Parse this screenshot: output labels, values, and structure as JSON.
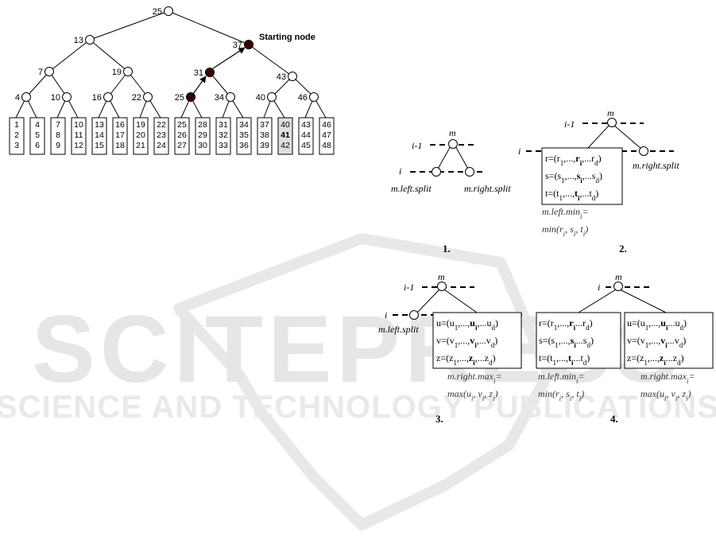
{
  "tree": {
    "starting_node_label": "Starting node",
    "nodes": [
      {
        "label": "25",
        "key": "root"
      },
      {
        "label": "13",
        "key": "n13"
      },
      {
        "label": "37",
        "key": "n37",
        "highlight": true
      },
      {
        "label": "7",
        "key": "n7"
      },
      {
        "label": "19",
        "key": "n19"
      },
      {
        "label": "31",
        "key": "n31",
        "highlight": true
      },
      {
        "label": "43",
        "key": "n43"
      },
      {
        "label": "4",
        "key": "n4"
      },
      {
        "label": "10",
        "key": "n10"
      },
      {
        "label": "16",
        "key": "n16"
      },
      {
        "label": "22",
        "key": "n22"
      },
      {
        "label": "25",
        "key": "n25b",
        "highlight": true
      },
      {
        "label": "34",
        "key": "n34"
      },
      {
        "label": "40",
        "key": "n40"
      },
      {
        "label": "46",
        "key": "n46"
      }
    ],
    "leaves": [
      [
        "1",
        "2",
        "3"
      ],
      [
        "4",
        "5",
        "6"
      ],
      [
        "7",
        "8",
        "9"
      ],
      [
        "10",
        "11",
        "12"
      ],
      [
        "13",
        "14",
        "15"
      ],
      [
        "16",
        "17",
        "18"
      ],
      [
        "19",
        "20",
        "21"
      ],
      [
        "22",
        "23",
        "24"
      ],
      [
        "25",
        "26",
        "27"
      ],
      [
        "28",
        "29",
        "30"
      ],
      [
        "31",
        "32",
        "33"
      ],
      [
        "34",
        "35",
        "36"
      ],
      [
        "37",
        "38",
        "39"
      ],
      [
        "40",
        "41",
        "42"
      ],
      [
        "43",
        "44",
        "45"
      ],
      [
        "46",
        "47",
        "48"
      ]
    ],
    "highlight_leaf_index": 13,
    "bold_value": "41",
    "colors": {
      "highlight_node": "#3a0000",
      "leaf_fill_highlight": "#e0e0e0"
    }
  },
  "panels": {
    "p1": {
      "caption": "1.",
      "m": "m",
      "lvl_top": "i-1",
      "lvl_bot": "i",
      "left_split": "m.left.split",
      "right_split": "m.right.split"
    },
    "p2": {
      "caption": "2.",
      "m": "m",
      "lvl_top": "i-1",
      "lvl_bot": "i",
      "right_split": "m.right.split",
      "rows": [
        {
          "pre": "r=(r",
          "s1": "1",
          "mid": ",...,",
          "b": "r",
          "bsub": "i",
          "rest": ",...r",
          "dsub": "d",
          ")": ")"
        },
        {
          "pre": "s=(s",
          "s1": "1",
          "mid": ",...,",
          "b": "s",
          "bsub": "i",
          "rest": ",...s",
          "dsub": "d",
          ")": ")"
        },
        {
          "pre": "t=(t",
          "s1": "1",
          "mid": ",...,",
          "b": "t",
          "bsub": "i",
          "rest": ",...t",
          "dsub": "d",
          ")": ")"
        }
      ],
      "note1": "m.left.min",
      "note1_sub": "i",
      "note1_eq": "=",
      "note2": "min(r",
      "note2_rest": ", s",
      "note2_rest2": ", t",
      "note2_end": ")"
    },
    "p3": {
      "caption": "3.",
      "m": "m",
      "lvl_top": "i-1",
      "lvl_bot": "i",
      "left_split": "m.left.split",
      "rows": [
        {
          "pre": "u=(u",
          "s1": "1",
          "mid": ",...,",
          "b": "u",
          "bsub": "i",
          "rest": ",...u",
          "dsub": "d",
          ")": ")"
        },
        {
          "pre": "v=(v",
          "s1": "1",
          "mid": ",...,",
          "b": "v",
          "bsub": "i",
          "rest": ",...v",
          "dsub": "d",
          ")": ")"
        },
        {
          "pre": "z=(z",
          "s1": "1",
          "mid": ",...,",
          "b": "z",
          "bsub": "i",
          "rest": ",...z",
          "dsub": "d",
          ")": ")"
        }
      ],
      "note1": "m.right.max",
      "note1_sub": "i",
      "note1_eq": "=",
      "note2": "max(u",
      "note2_rest": ", v",
      "note2_rest2": ", z",
      "note2_end": ")"
    },
    "p4": {
      "caption": "4.",
      "m": "m",
      "lvl": "i",
      "left_rows": [
        {
          "pre": "r=(r",
          "s1": "1",
          "mid": ",...,",
          "b": "r",
          "bsub": "i",
          "rest": "...r",
          "dsub": "d",
          ")": ")"
        },
        {
          "pre": "s=(s",
          "s1": "1",
          "mid": ",...,",
          "b": "s",
          "bsub": "i",
          "rest": "...s",
          "dsub": "d",
          ")": ")"
        },
        {
          "pre": "t=(t",
          "s1": "1",
          "mid": ",...,",
          "b": "t",
          "bsub": "i",
          "rest": "...t",
          "dsub": "d",
          ")": ")"
        }
      ],
      "right_rows": [
        {
          "pre": "u=(u",
          "s1": "1",
          "mid": ",...,",
          "b": "u",
          "bsub": "i",
          "rest": "...u",
          "dsub": "d",
          ")": ")"
        },
        {
          "pre": "v=(v",
          "s1": "1",
          "mid": ",...,",
          "b": "v",
          "bsub": "i",
          "rest": "...v",
          "dsub": "d",
          ")": ")"
        },
        {
          "pre": "z=(z",
          "s1": "1",
          "mid": ",...,",
          "b": "z",
          "bsub": "i",
          "rest": "...z",
          "dsub": "d",
          ")": ")"
        }
      ],
      "left_note1": "m.left.min",
      "left_note1_sub": "i",
      "left_note1_eq": "=",
      "left_note2": "min(r",
      "left_note2_rest": ", s",
      "left_note2_rest2": ", t",
      "left_note2_end": ")",
      "right_note1": "m.right.max",
      "right_note1_sub": "i",
      "right_note1_eq": "=",
      "right_note2": "max(u",
      "right_note2_rest": ", v",
      "right_note2_rest2": ", z",
      "right_note2_end": ")"
    }
  },
  "watermark": {
    "big": "SCITEPRESS",
    "small": "SCIENCE AND TECHNOLOGY PUBLICATIONS",
    "color": "#e6e6e6"
  }
}
